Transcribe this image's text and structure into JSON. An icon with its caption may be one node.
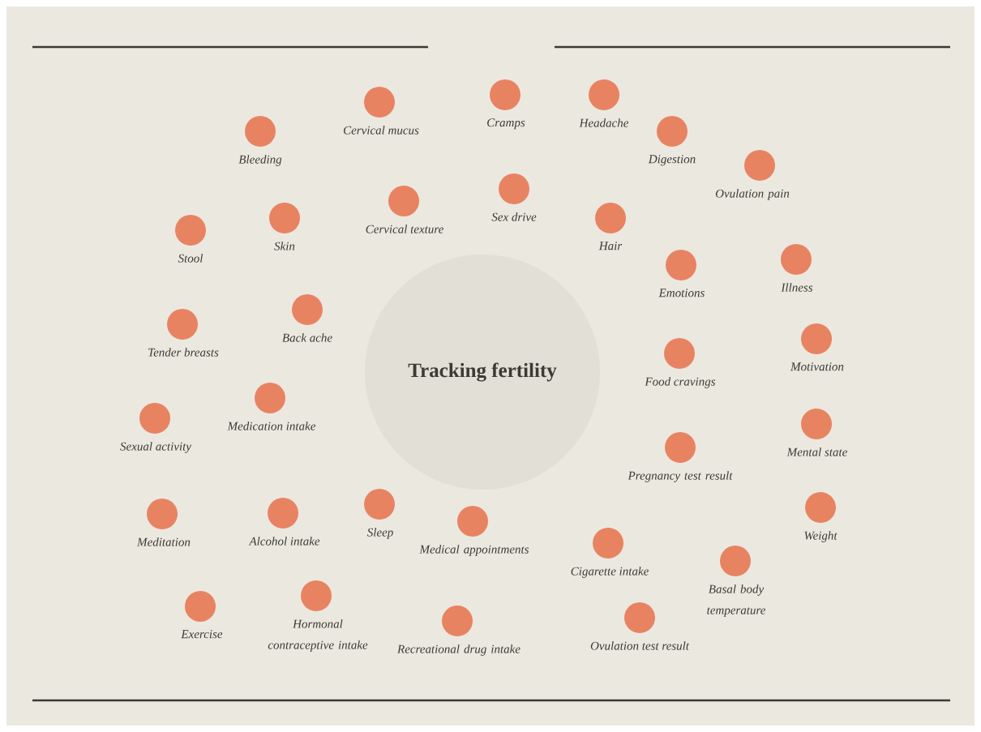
{
  "diagram": {
    "nodes": [
      {
        "text": [
          "Tracking fertility"
        ]
      },
      {
        "text": [
          "Cramps"
        ]
      },
      {
        "text": [
          "Headache"
        ]
      },
      {
        "text": [
          "Cervical mucus"
        ]
      },
      {
        "text": [
          "Bleeding"
        ]
      },
      {
        "text": [
          "Digestion"
        ]
      },
      {
        "text": [
          "Ovulation pain"
        ]
      },
      {
        "text": [
          "Sex drive"
        ]
      },
      {
        "text": [
          "Cervical texture"
        ]
      },
      {
        "text": [
          "Skin"
        ]
      },
      {
        "text": [
          "Hair"
        ]
      },
      {
        "text": [
          "Stool"
        ]
      },
      {
        "text": [
          "Illness"
        ]
      },
      {
        "text": [
          "Emotions"
        ]
      },
      {
        "text": [
          "Back ache"
        ]
      },
      {
        "text": [
          "Tender breasts"
        ]
      },
      {
        "text": [
          "Motivation"
        ]
      },
      {
        "text": [
          "Food cravings"
        ]
      },
      {
        "text": [
          "Medication intake"
        ]
      },
      {
        "text": [
          "Sexual activity"
        ]
      },
      {
        "text": [
          "Mental state"
        ]
      },
      {
        "text": [
          "Pregnancy test result"
        ]
      },
      {
        "text": [
          "Sleep"
        ]
      },
      {
        "text": [
          "Weight"
        ]
      },
      {
        "text": [
          "Alcohol intake"
        ]
      },
      {
        "text": [
          "Meditation"
        ]
      },
      {
        "text": [
          "Medical appointments"
        ]
      },
      {
        "text": [
          "Cigarette intake"
        ]
      },
      {
        "text": [
          "Basal body temperature"
        ]
      },
      {
        "text": [
          "Hormonal contraceptive intake"
        ]
      },
      {
        "text": [
          "Exercise"
        ]
      },
      {
        "text": [
          "Ovulation test result"
        ]
      },
      {
        "text": [
          "Recreational drug intake"
        ]
      }
    ]
  }
}
